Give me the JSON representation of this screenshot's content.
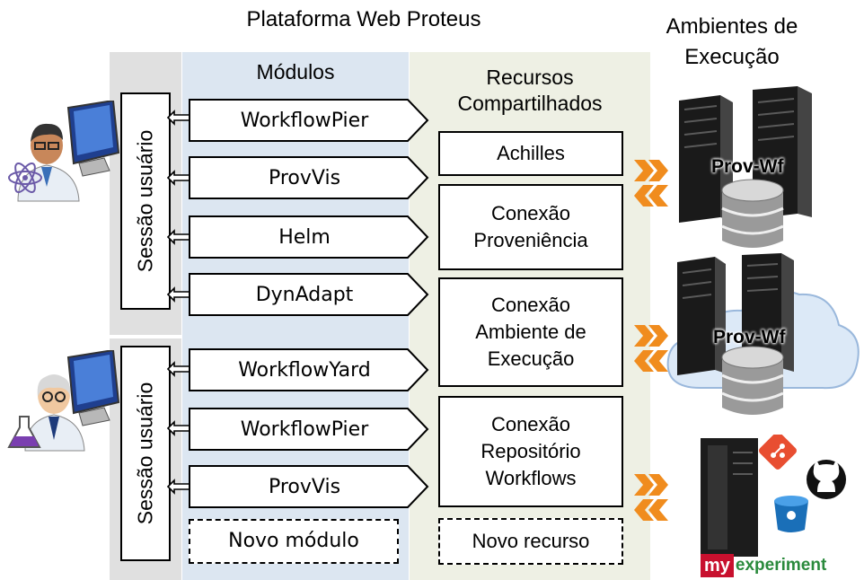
{
  "diagram": {
    "platform_title": "Plataforma Web Proteus",
    "env_title_line1": "Ambientes de",
    "env_title_line2": "Execução",
    "modules_header": "Módulos",
    "resources_header_line1": "Recursos",
    "resources_header_line2": "Compartilhados",
    "sessions": [
      {
        "label": "Sessão usuário",
        "modules": [
          "WorkflowPier",
          "ProvVis",
          "Helm",
          "DynAdapt"
        ]
      },
      {
        "label": "Sessão usuário",
        "modules": [
          "WorkflowYard",
          "WorkflowPier",
          "ProvVis"
        ]
      }
    ],
    "new_module": "Novo módulo",
    "resources": [
      {
        "lines": [
          "Achilles"
        ]
      },
      {
        "lines": [
          "Conexão",
          "Proveniência"
        ]
      },
      {
        "lines": [
          "Conexão",
          "Ambiente de",
          "Execução"
        ]
      },
      {
        "lines": [
          "Conexão",
          "Repositório",
          "Workflows"
        ]
      }
    ],
    "new_resource": "Novo recurso",
    "environments": [
      {
        "label": "Prov-Wf",
        "icon": "server-database-icon"
      },
      {
        "label": "Prov-Wf",
        "icon": "cloud-server-database-icon"
      },
      {
        "brand_my": "my",
        "brand_rest": "experiment",
        "icons": [
          "git-icon",
          "github-icon",
          "bitbucket-icon"
        ]
      }
    ],
    "colors": {
      "session_column": "#e0e0e0",
      "modules_column": "#dce6f1",
      "resources_column": "#eef0e4",
      "arrow_orange": "#f08c1e",
      "myexp_red": "#c8102e",
      "myexp_green": "#2a8a3c",
      "git_orange": "#e84e31"
    }
  }
}
